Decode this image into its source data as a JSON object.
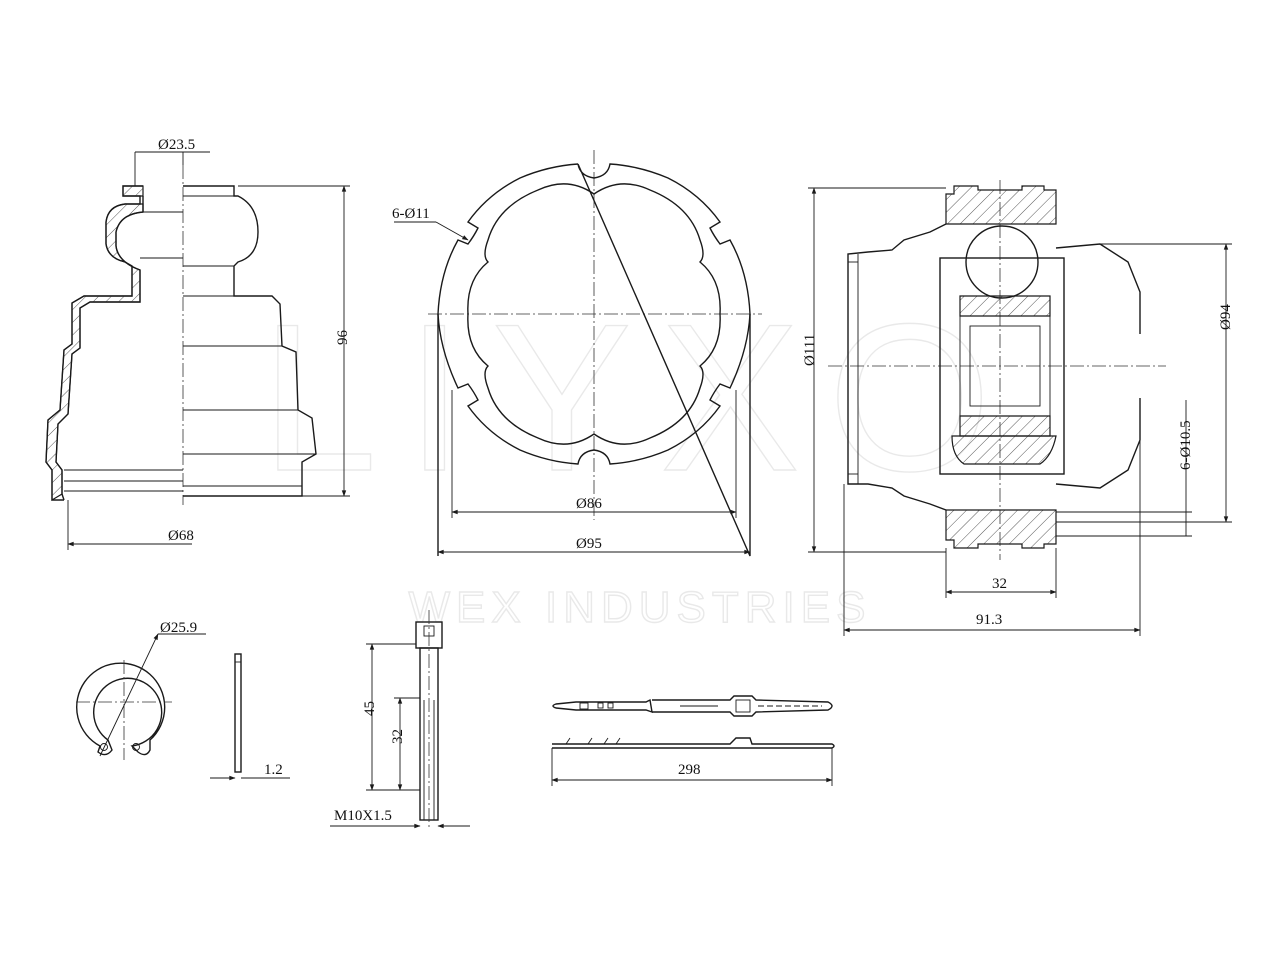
{
  "watermark": {
    "big": "LIYXO",
    "sub": "WEX INDUSTRIES"
  },
  "dimensions": {
    "boot_top_dia": "Ø23.5",
    "boot_height": "96",
    "boot_bottom_dia": "Ø68",
    "flange_holes": "6-Ø11",
    "flange_inner_dia": "Ø86",
    "flange_outer_dia": "Ø95",
    "joint_outer_dia": "Ø111",
    "joint_dia_94": "Ø94",
    "joint_holes": "6-Ø10.5",
    "joint_width": "32",
    "joint_length": "91.3",
    "circlip_dia": "Ø25.9",
    "circlip_thickness": "1.2",
    "bolt_length": "45",
    "bolt_thread_length": "32",
    "bolt_thread": "M10X1.5",
    "tie_length": "298"
  }
}
